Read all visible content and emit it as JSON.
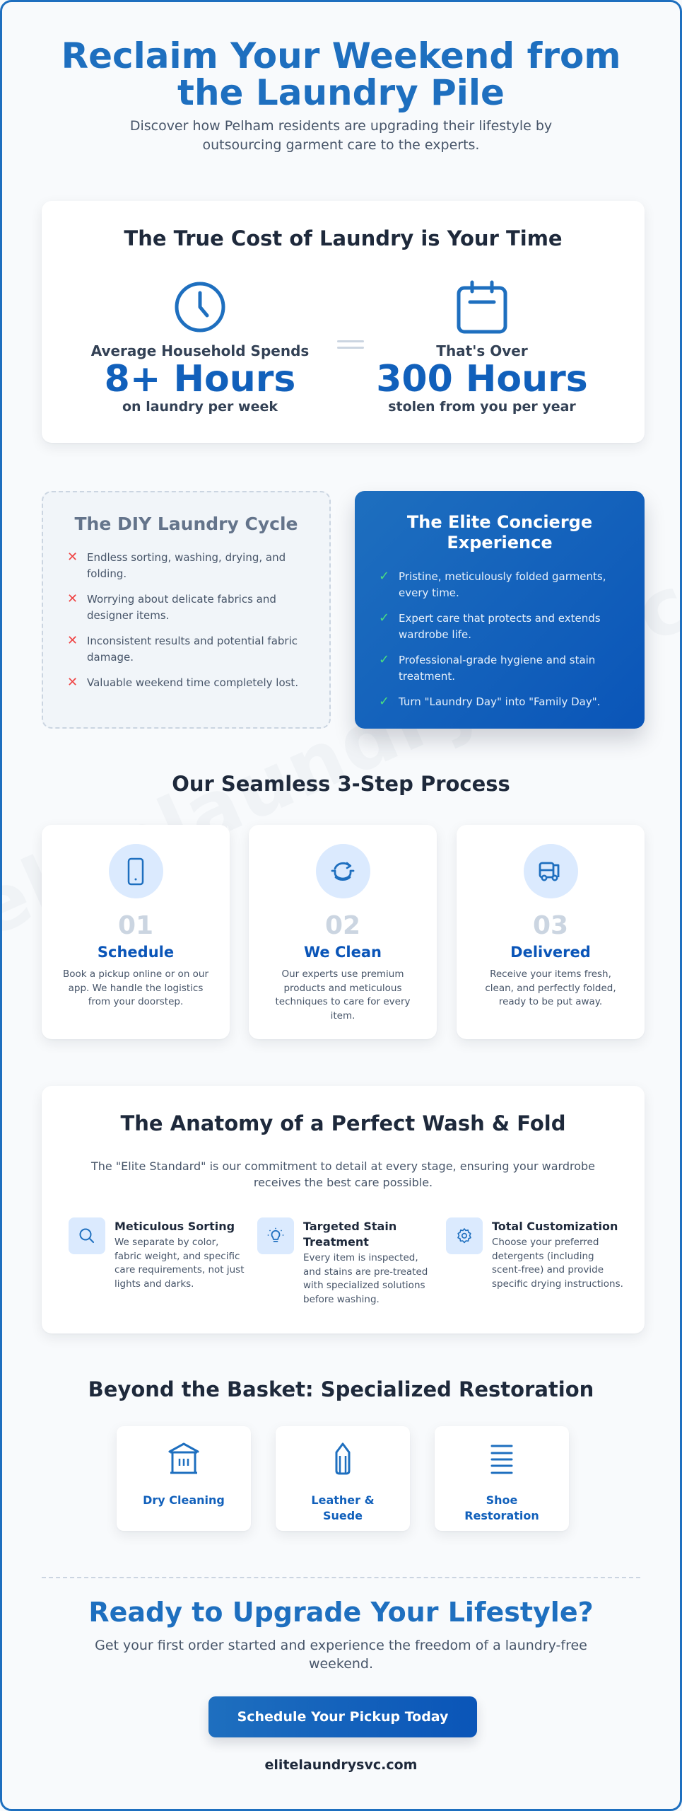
{
  "hero": {
    "title": "Reclaim Your Weekend from the Laundry Pile",
    "subtitle": "Discover how Pelham residents are upgrading their lifestyle by outsourcing garment care to the experts."
  },
  "cost": {
    "title": "The True Cost of Laundry is Your Time",
    "left": {
      "icon": "clock-icon",
      "pre": "Average Household Spends",
      "value": "8+ Hours",
      "post": "on laundry per week"
    },
    "right": {
      "icon": "calendar-icon",
      "pre": "That's Over",
      "value": "300 Hours",
      "post": "stolen from you per year"
    },
    "operator": "="
  },
  "compare": {
    "diy": {
      "title": "The DIY Laundry Cycle",
      "mark": "✕",
      "items": [
        "Endless sorting, washing, drying, and folding.",
        "Worrying about delicate fabrics and designer items.",
        "Inconsistent results and potential fabric damage.",
        "Valuable weekend time completely lost."
      ]
    },
    "elite": {
      "title": "The Elite Concierge Experience",
      "mark": "✓",
      "items": [
        "Pristine, meticulously folded garments, every time.",
        "Expert care that protects and extends wardrobe life.",
        "Professional-grade hygiene and stain treatment.",
        "Turn \"Laundry Day\" into \"Family Day\"."
      ]
    }
  },
  "process": {
    "title": "Our Seamless 3-Step Process",
    "steps": [
      {
        "icon": "smartphone-icon",
        "number": "01",
        "name": "Schedule",
        "desc": "Book a pickup online or on our app. We handle the logistics from your doorstep."
      },
      {
        "icon": "refresh-icon",
        "number": "02",
        "name": "We Clean",
        "desc": "Our experts use premium products and meticulous techniques to care for every item."
      },
      {
        "icon": "truck-icon",
        "number": "03",
        "name": "Delivered",
        "desc": "Receive your items fresh, clean, and perfectly folded, ready to be put away."
      }
    ]
  },
  "anatomy": {
    "title": "The Anatomy of a Perfect Wash & Fold",
    "intro": "The \"Elite Standard\" is our commitment to detail at every stage, ensuring your wardrobe receives the best care possible.",
    "features": [
      {
        "icon": "search-icon",
        "title": "Meticulous Sorting",
        "desc": "We separate by color, fabric weight, and specific care requirements, not just lights and darks."
      },
      {
        "icon": "lightbulb-icon",
        "title": "Targeted Stain Treatment",
        "desc": "Every item is inspected, and stains are pre-treated with specialized solutions before washing."
      },
      {
        "icon": "gear-icon",
        "title": "Total Customization",
        "desc": "Choose your preferred detergents (including scent-free) and provide specific drying instructions."
      }
    ]
  },
  "specialized": {
    "title": "Beyond the Basket: Specialized Restoration",
    "services": [
      {
        "icon": "building-icon",
        "name": "Dry Cleaning"
      },
      {
        "icon": "leather-icon",
        "name": "Leather & Suede"
      },
      {
        "icon": "lines-icon",
        "name": "Shoe Restoration"
      }
    ]
  },
  "cta": {
    "title": "Ready to Upgrade Your Lifestyle?",
    "subtitle": "Get your first order started and experience the freedom of a laundry-free weekend.",
    "button": "Schedule Your Pickup Today",
    "domain": "elitelaundrysvc.com"
  },
  "watermark": "elitelaundrysvc.com",
  "colors": {
    "primary": "#1e6fbf",
    "primary_dark": "#0a55b8",
    "heading": "#1e293b",
    "body": "#475569",
    "icon_bg": "#dbeafe",
    "negative": "#ef4444",
    "positive": "#4ade80",
    "background": "#f8fafc"
  }
}
